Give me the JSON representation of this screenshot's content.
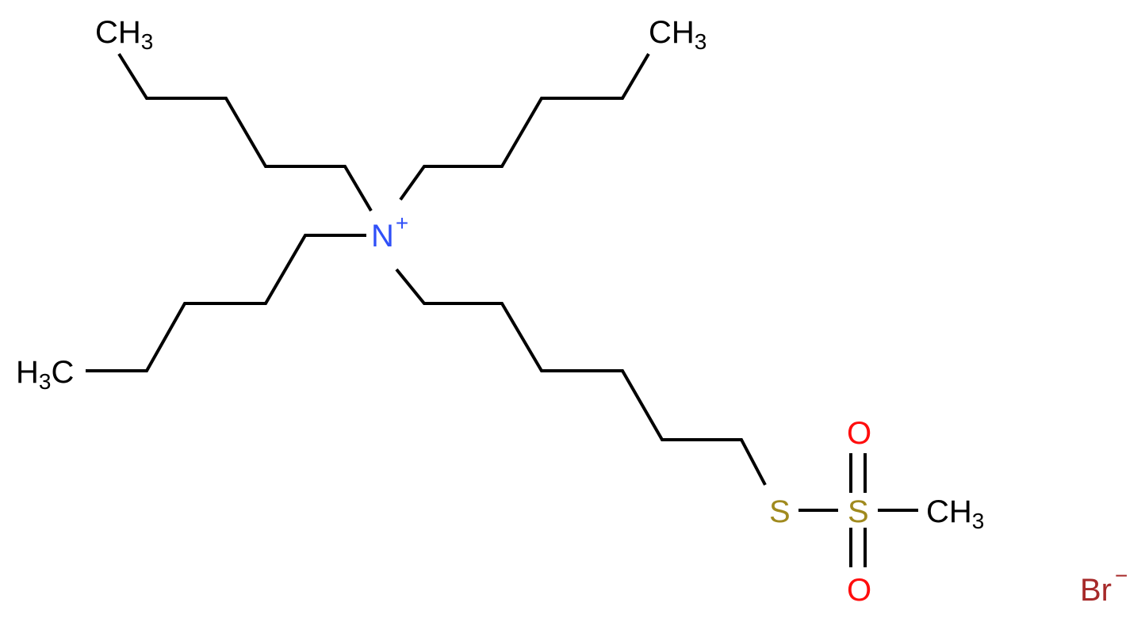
{
  "colors": {
    "carbon": "#000000",
    "nitrogen": "#3050F8",
    "sulfur": "#A08A1E",
    "oxygen": "#FF0D0D",
    "bromine": "#A62929"
  },
  "labels": {
    "ch3_top_left": {
      "main": "CH",
      "sub": "3"
    },
    "ch3_top_right": {
      "main": "CH",
      "sub": "3"
    },
    "h3c_left": {
      "pre": "H",
      "sub": "3",
      "main": "C"
    },
    "nitrogen": {
      "symbol": "N",
      "charge": "+"
    },
    "sulfur_thio": "S",
    "sulfur_sulfonyl": "S",
    "oxygen_top": "O",
    "oxygen_bottom": "O",
    "ch3_methyl": {
      "main": "CH",
      "sub": "3"
    },
    "bromide": {
      "symbol": "Br",
      "charge": "−"
    }
  }
}
